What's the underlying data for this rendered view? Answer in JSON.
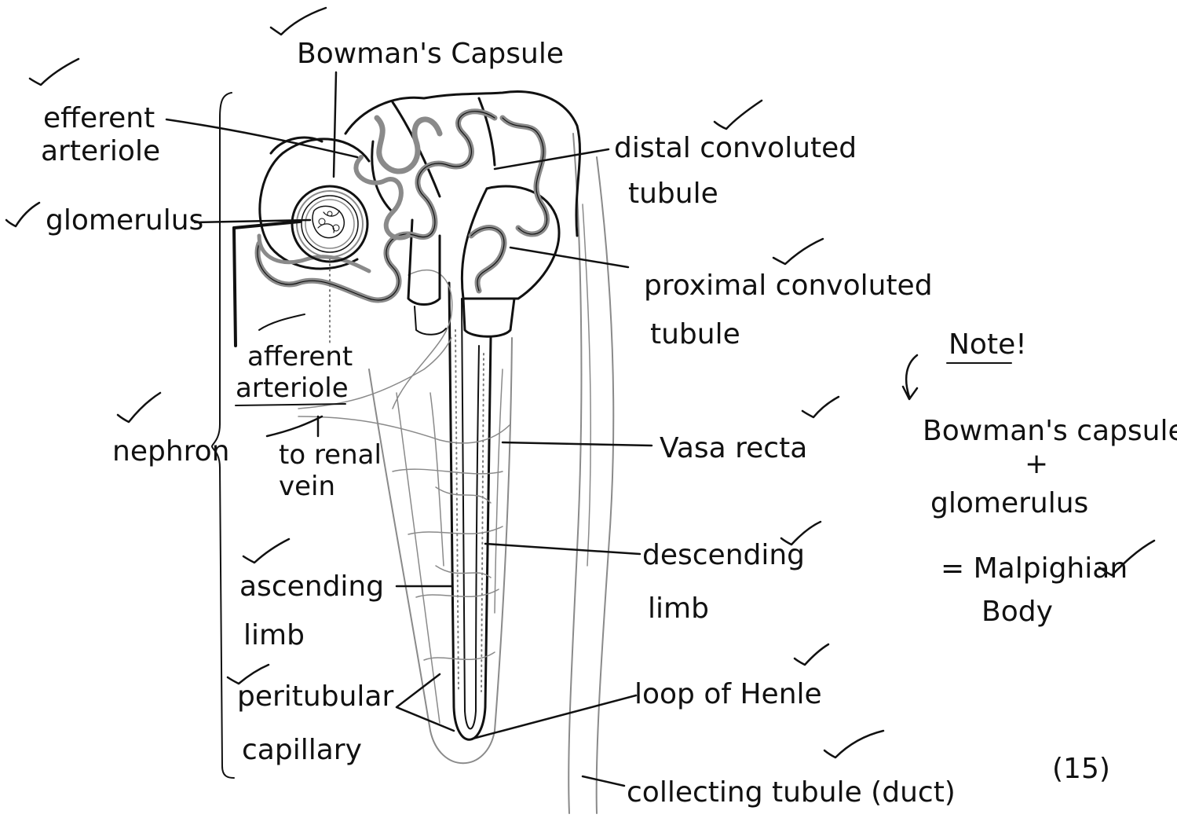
{
  "labels": {
    "bowmans_capsule": "Bowman's Capsule",
    "efferent_arteriole": [
      "efferent",
      "arteriole"
    ],
    "glomerulus": "glomerulus",
    "afferent_arteriole": [
      "afferent",
      "arteriole"
    ],
    "nephron": "nephron",
    "to_renal_vein": [
      "to renal",
      "vein"
    ],
    "ascending_limb": [
      "ascending",
      "limb"
    ],
    "peritubular_capillary": [
      "peritubular",
      "capillary"
    ],
    "distal_convoluted_tubule": [
      "distal convoluted",
      "tubule"
    ],
    "proximal_convoluted_tubule": [
      "proximal convoluted",
      "tubule"
    ],
    "vasa_recta": "Vasa recta",
    "descending_limb": [
      "descending",
      "limb"
    ],
    "loop_of_henle": "loop of Henle",
    "collecting_tubule": "collecting tubule (duct)"
  },
  "note": {
    "heading": "Note!",
    "line1": "Bowman's capsule",
    "plus": "+",
    "line2": "glomerulus",
    "line3": "= Malpighian",
    "line4": "Body"
  },
  "score": "(15)"
}
